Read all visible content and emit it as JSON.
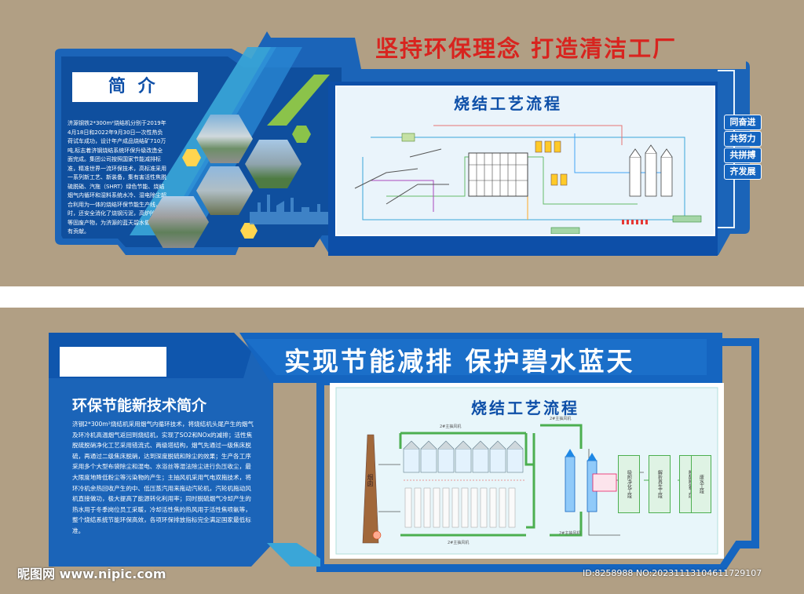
{
  "top_board": {
    "slogan": "坚持环保理念  打造清洁工厂",
    "intro_heading": "简 介",
    "intro_text": "济源钢铁2*300m²烧结机分别于2019年4月18日和2022年9月30日一次性热负荷试车成功，设计年产成品烧结矿710万吨,标志着济钢烧结系统环保升级改造全面完成。集团公司按照国家节能减排标准，精准世界一流环保技术，高标准采用一系列新工艺、新装备，集有害活性焦脱硫脱硝、汽拖（SHRT）绿色节能、烧结烟气内循环和湿料系统水冷、湿电除尘超合利用为一体的烧结环保节能生产线，同时，还安全消化了烧钢污泥，高炉除尘灰等固废产物，为济源的蓝天碧水做出了应有贡献。",
    "diagram_title": "烧结工艺流程",
    "tags": [
      "同奋进",
      "共努力",
      "共拼搏",
      "齐发展"
    ]
  },
  "bottom_board": {
    "slogan": "实现节能减排 保护碧水蓝天",
    "intro_heading": "环保节能新技术简介",
    "intro_text": "济钢2*300m²烧结机采用烟气内循环技术，将烧结机头尾产生的烟气及环冷机高温烟气返回到烧结机，实现了SO2和NOx的减排；活性焦脱硫脱硝净化工艺采用错流式、两级塔结构，烟气先通过一级焦床脱硫，再通过二级焦床脱硝，达到深度脱硫和除尘的效果；生产各工序采用多个大型布袋除尘和湿电、水浴丝等湿法除尘进行负压收尘，最大限度地降低粉尘等污染物的产生；主抽风机采用气电双拖技术，将环冷机余热回收产生的中、低压蒸汽用来拖动汽轮机，汽轮机拖动风机直接做功，极大提高了能源转化利用率；同时脱硫烟气冷却产生的热水用于冬季岗位员工采暖，冷却活性焦的热风用于活性焦喷氨等，整个烧结系统节能环保高效，各项环保排放指标完全满足国家最低标准。",
    "diagram_title": "烧结工艺流程",
    "stack_label": "烟囱",
    "flow_steps": [
      "吸附净化工段",
      "解析再生工段",
      "制酸制氨工段",
      "废水工段"
    ],
    "pipe_labels": [
      "2#主抽风机",
      "2#主抽风机",
      "2#主抽风机",
      "2#主抽风机"
    ]
  },
  "watermark": {
    "logo": "昵图网 www.nipic.com",
    "id_text": "ID:8258988 NO:20231113104611729107"
  },
  "colors": {
    "blue_dark": "#0d4fa8",
    "blue": "#1565c0",
    "blue_light": "#2b8ad6",
    "cyan": "#3aa6d8",
    "green": "#8bc34a",
    "yellow": "#ffd54f",
    "red": "#d8241f",
    "tan": "#b19f84"
  }
}
